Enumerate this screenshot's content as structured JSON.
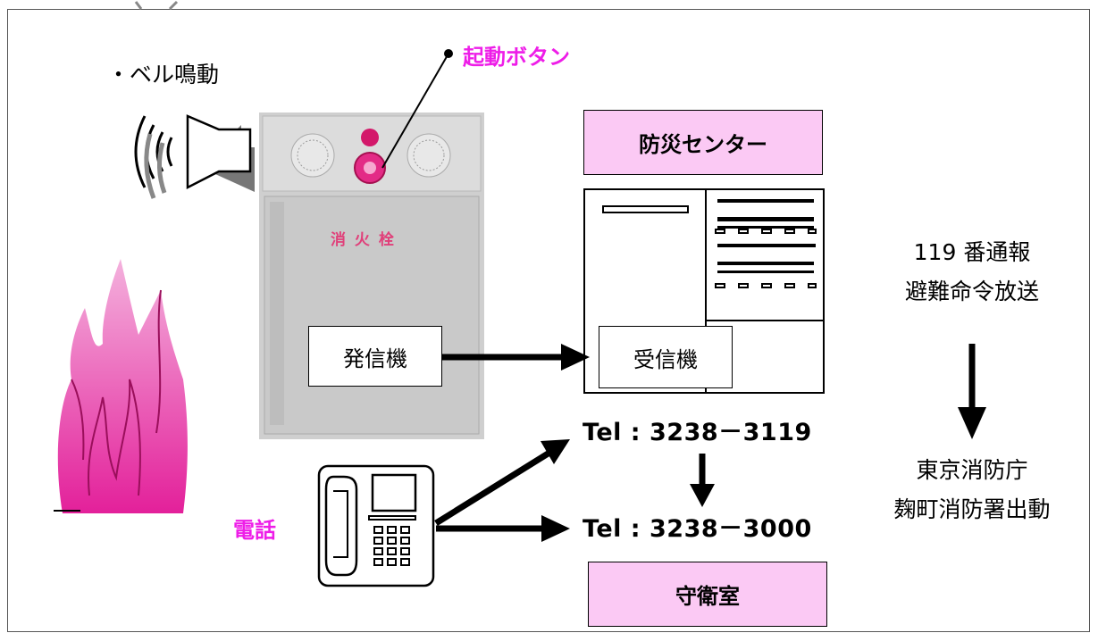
{
  "labels": {
    "bell": "・ベル鳴動",
    "start_button": "起動ボタン",
    "hydrant_sign": "消 火 栓",
    "transmitter": "発信機",
    "receiver": "受信機",
    "disaster_center": "防災センター",
    "tel_center": "Tel : 3238－3119",
    "tel_guard": "Tel : 3238－3000",
    "guard_room": "守衛室",
    "phone": "電話",
    "notify_line1": "119 番通報",
    "notify_line2": "避難命令放送",
    "fire_dept_line1": "東京消防庁",
    "fire_dept_line2": "麹町消防署出動"
  },
  "colors": {
    "accent_magenta": "#ee1de8",
    "pink_box": "#fbc9f4",
    "flame": "#e3209a"
  }
}
